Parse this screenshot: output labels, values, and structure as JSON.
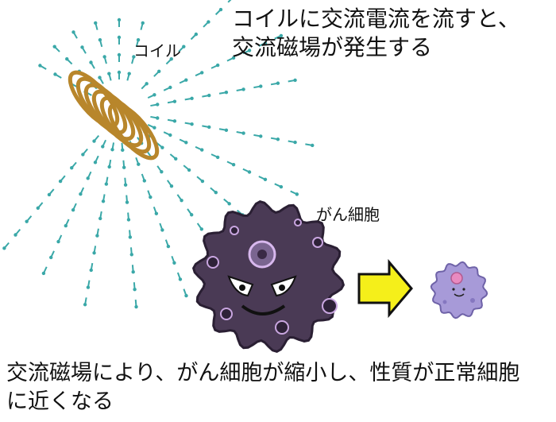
{
  "header": {
    "line1": "コイルに交流電流を流すと、",
    "line2": "交流磁場が発生する"
  },
  "labels": {
    "coil": "コイル",
    "cancer_cell": "がん細胞"
  },
  "caption": {
    "line1": "交流磁場により、がん細胞が縮小し、性質が正常細胞",
    "line2": "に近くなる"
  },
  "colors": {
    "field_arrow": "#3aa8a8",
    "coil": "#b8862b",
    "cancer_cell": "#4a3a55",
    "transition_arrow": "#f5ef1a",
    "normal_cell": "#a79ad8"
  }
}
